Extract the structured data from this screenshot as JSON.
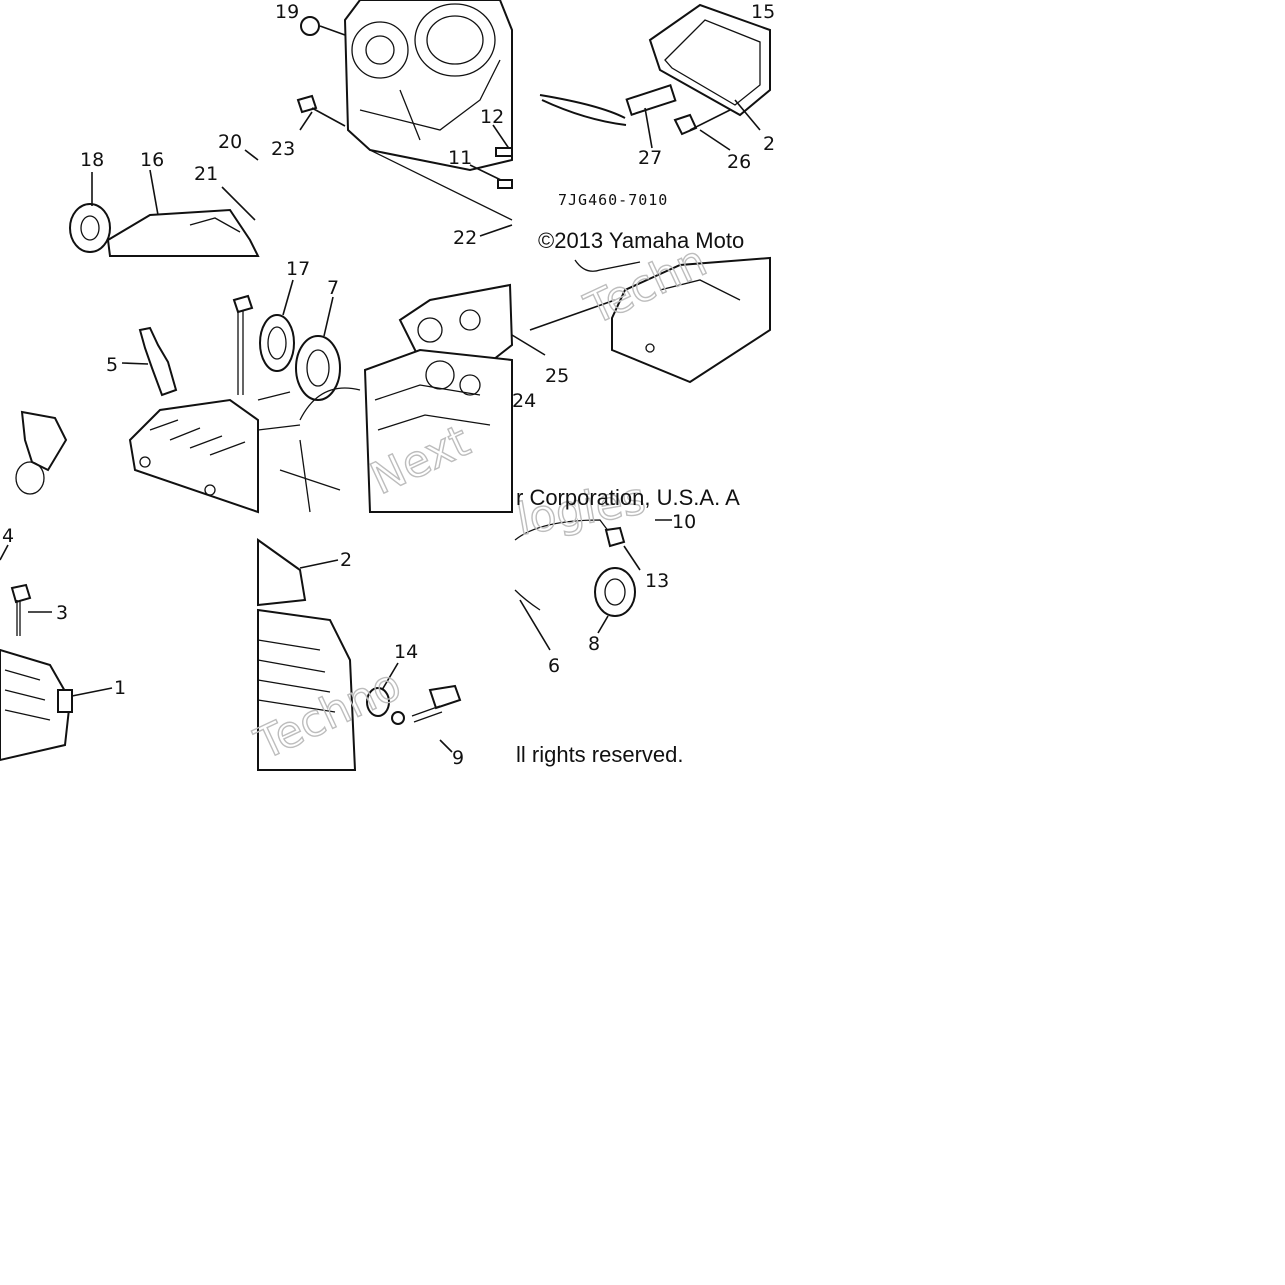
{
  "diagram": {
    "part_code": "7JG460-7010",
    "copyright_line1": "©2013 Yamaha Moto",
    "copyright_line2": "r Corporation, U.S.A. A",
    "copyright_line3": "ll rights reserved.",
    "callouts": {
      "c1": "1",
      "c2": "2",
      "c3": "3",
      "c4": "4",
      "c5": "5",
      "c6": "6",
      "c7": "7",
      "c8": "8",
      "c9": "9",
      "c10": "10",
      "c11": "11",
      "c12": "12",
      "c13": "13",
      "c14": "14",
      "c15": "15",
      "c16": "16",
      "c17": "17",
      "c18": "18",
      "c19": "19",
      "c20": "20",
      "c21": "21",
      "c22": "22",
      "c23": "23",
      "c24": "24",
      "c25": "25",
      "c26": "26",
      "c27": "27",
      "c2b": "2"
    }
  }
}
